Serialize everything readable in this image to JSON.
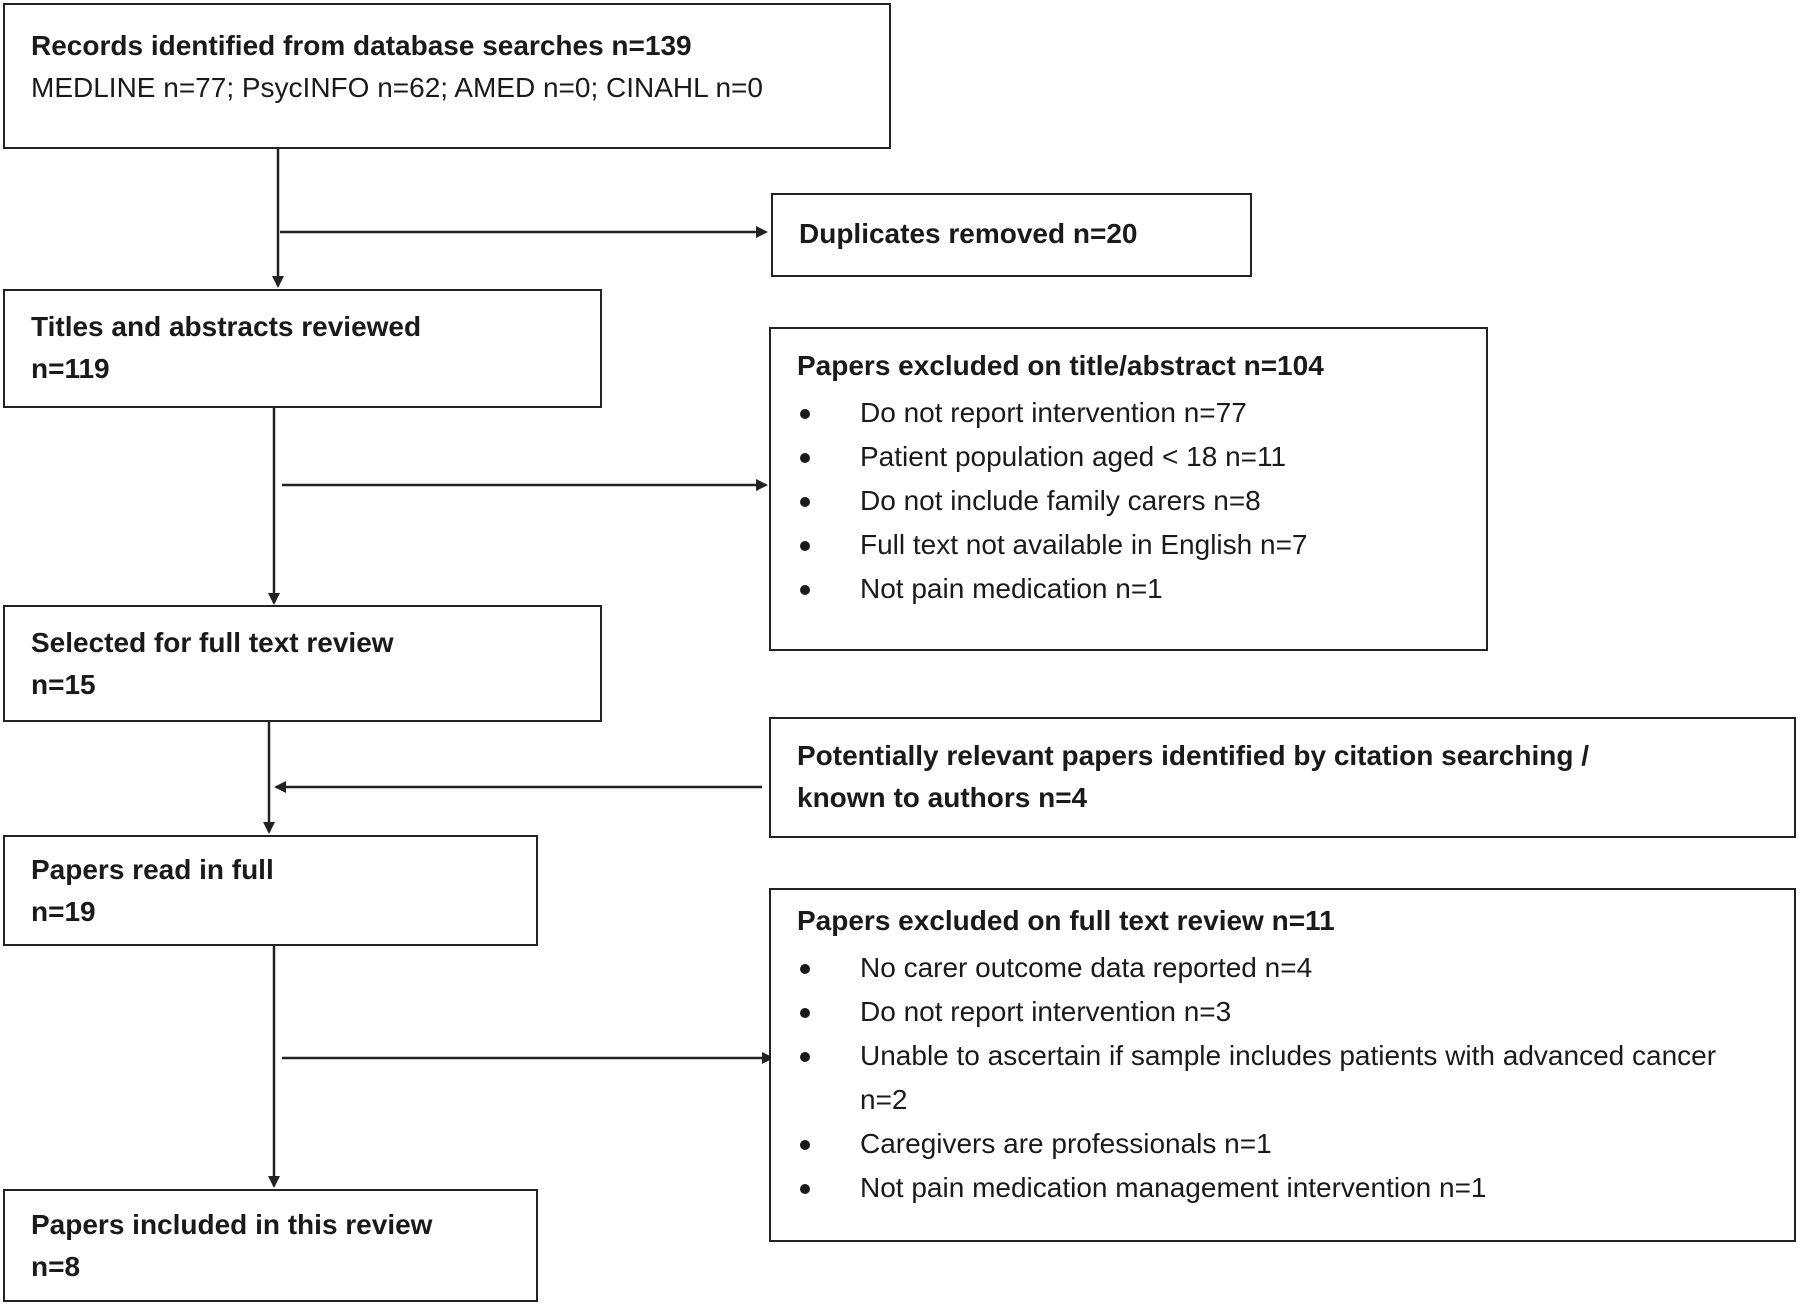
{
  "boxes": {
    "records": {
      "title": "Records identified from database searches n=139",
      "detail": "MEDLINE n=77; PsycINFO  n=62; AMED  n=0; CINAHL n=0"
    },
    "duplicates": {
      "title": "Duplicates removed   n=20"
    },
    "titles_abstracts": {
      "title": "Titles and abstracts reviewed",
      "count": "n=119"
    },
    "excluded_title": {
      "title": "Papers excluded on title/abstract n=104",
      "items": [
        "Do not report intervention n=77",
        "Patient population aged < 18 n=11",
        "Do not include family carers n=8",
        "Full text not available in English n=7",
        "Not pain medication n=1"
      ]
    },
    "full_text_selected": {
      "title": "Selected for full text review",
      "count": "n=15"
    },
    "citation": {
      "title": "Potentially relevant papers identified by citation searching /",
      "title2": "known to authors n=4"
    },
    "read_full": {
      "title": "Papers read in full",
      "count": "n=19"
    },
    "excluded_full": {
      "title": "Papers excluded on full text review n=11",
      "items": [
        "No carer outcome data reported  n=4",
        "Do not report intervention  n=3",
        "Unable to ascertain if sample includes patients with advanced cancer n=2",
        "Caregivers are professionals n=1",
        "Not pain medication management intervention n=1"
      ]
    },
    "included": {
      "title": "Papers included in this review",
      "count": "n=8"
    }
  }
}
